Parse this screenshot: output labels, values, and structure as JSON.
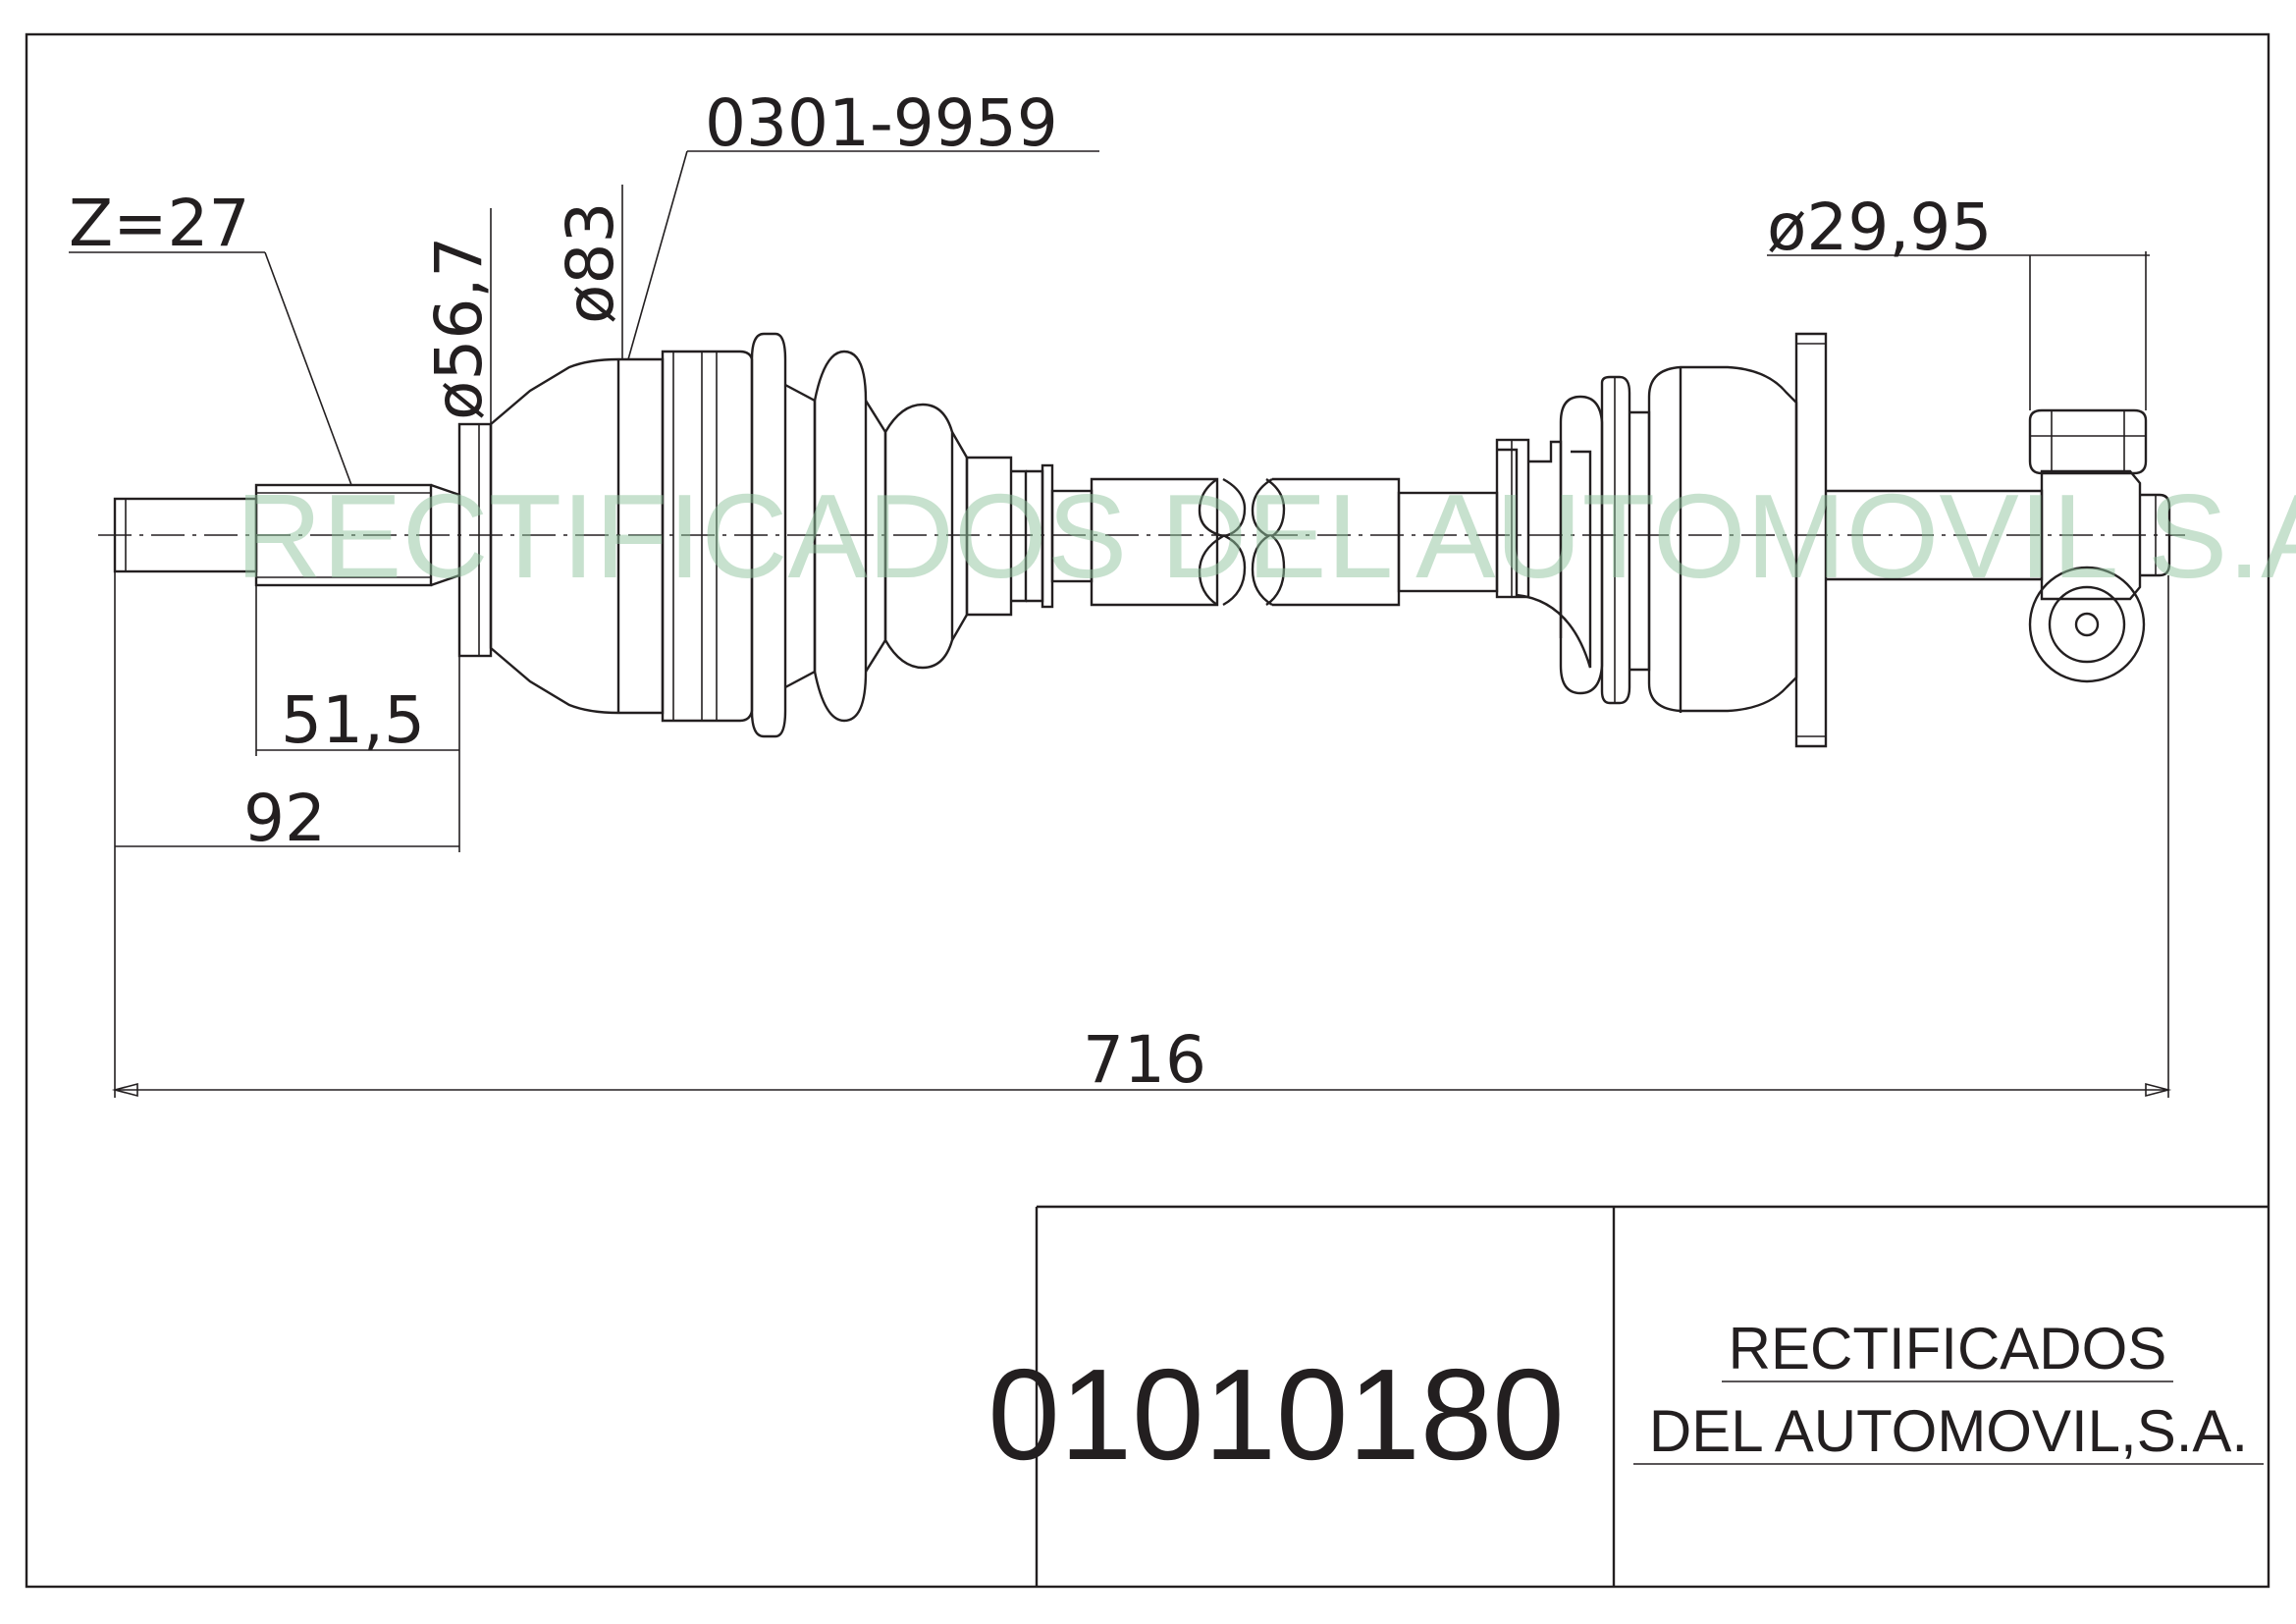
{
  "dimensions": {
    "spline_teeth": "Z=27",
    "reference": "0301-9959",
    "diameter_collar": "ø56,7",
    "diameter_boot": "ø83",
    "diameter_hub": "ø29,95",
    "spline_length": "51,5",
    "stub_length": "92",
    "overall_length": "716"
  },
  "watermark": "RECTIFICADOS DEL AUTOMOVIL S.A",
  "title_block": {
    "part_number": "01010180",
    "company_line1": "RECTIFICADOS",
    "company_line2": "DEL AUTOMOVIL,S.A."
  },
  "colors": {
    "line": "#231f20",
    "watermark": "#8fc49e"
  }
}
